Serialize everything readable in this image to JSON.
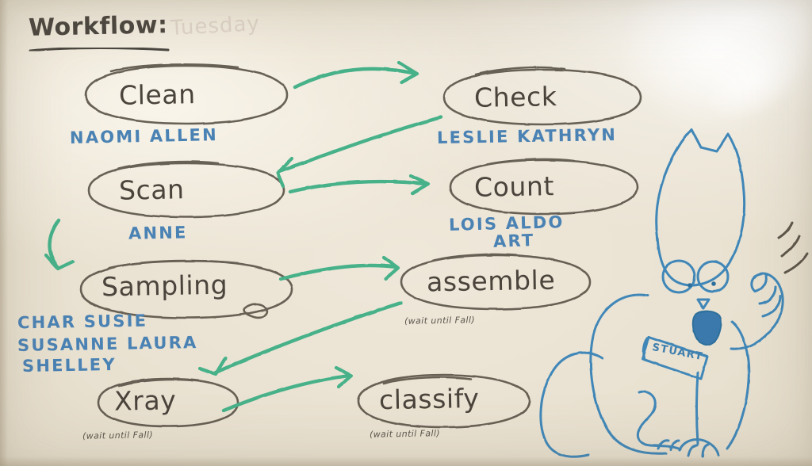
{
  "board": {
    "title": "Workflow:",
    "ghost_text": "Tuesday",
    "colors": {
      "board": "#e9e1d2",
      "marker_dark": "#4a443c",
      "marker_blue": "#4a82b4",
      "marker_green": "#46b189",
      "cat_blue": "#3f87b8"
    }
  },
  "nodes": [
    {
      "id": "clean",
      "label": "Clean",
      "people": [
        "NAOMI    ALLEN"
      ],
      "note": ""
    },
    {
      "id": "check",
      "label": "Check",
      "people": [
        "LESLIE   KATHRYN"
      ],
      "note": ""
    },
    {
      "id": "scan",
      "label": "Scan",
      "people": [
        "ANNE"
      ],
      "note": ""
    },
    {
      "id": "count",
      "label": "Count",
      "people": [
        "LOIS   ALDO",
        "ART"
      ],
      "note": ""
    },
    {
      "id": "sampling",
      "label": "Sampling",
      "people": [
        "CHAR    SUSIE",
        "SUSANNE   LAURA",
        "SHELLEY"
      ],
      "note": ""
    },
    {
      "id": "assemble",
      "label": "assemble",
      "people": [],
      "note": "(wait until Fall)"
    },
    {
      "id": "xray",
      "label": "Xray",
      "people": [],
      "note": "(wait until Fall)"
    },
    {
      "id": "classify",
      "label": "classify",
      "people": [],
      "note": "(wait until Fall)"
    }
  ],
  "edges": [
    {
      "from": "clean",
      "to": "check",
      "style": "curve-up-right"
    },
    {
      "from": "check",
      "to": "scan",
      "style": "curve-down-left"
    },
    {
      "from": "scan",
      "to": "count",
      "style": "straight-right"
    },
    {
      "from": "scan",
      "to": "sampling",
      "style": "hook-left-down"
    },
    {
      "from": "sampling",
      "to": "assemble",
      "style": "curve-up-right"
    },
    {
      "from": "assemble",
      "to": "xray",
      "style": "curve-down-left"
    },
    {
      "from": "xray",
      "to": "classify",
      "style": "curve-right"
    }
  ],
  "drawing": {
    "name": "cat-doodle",
    "collar_tag_text": "STUART",
    "description": "surprised cartoon cat waving a paw"
  }
}
